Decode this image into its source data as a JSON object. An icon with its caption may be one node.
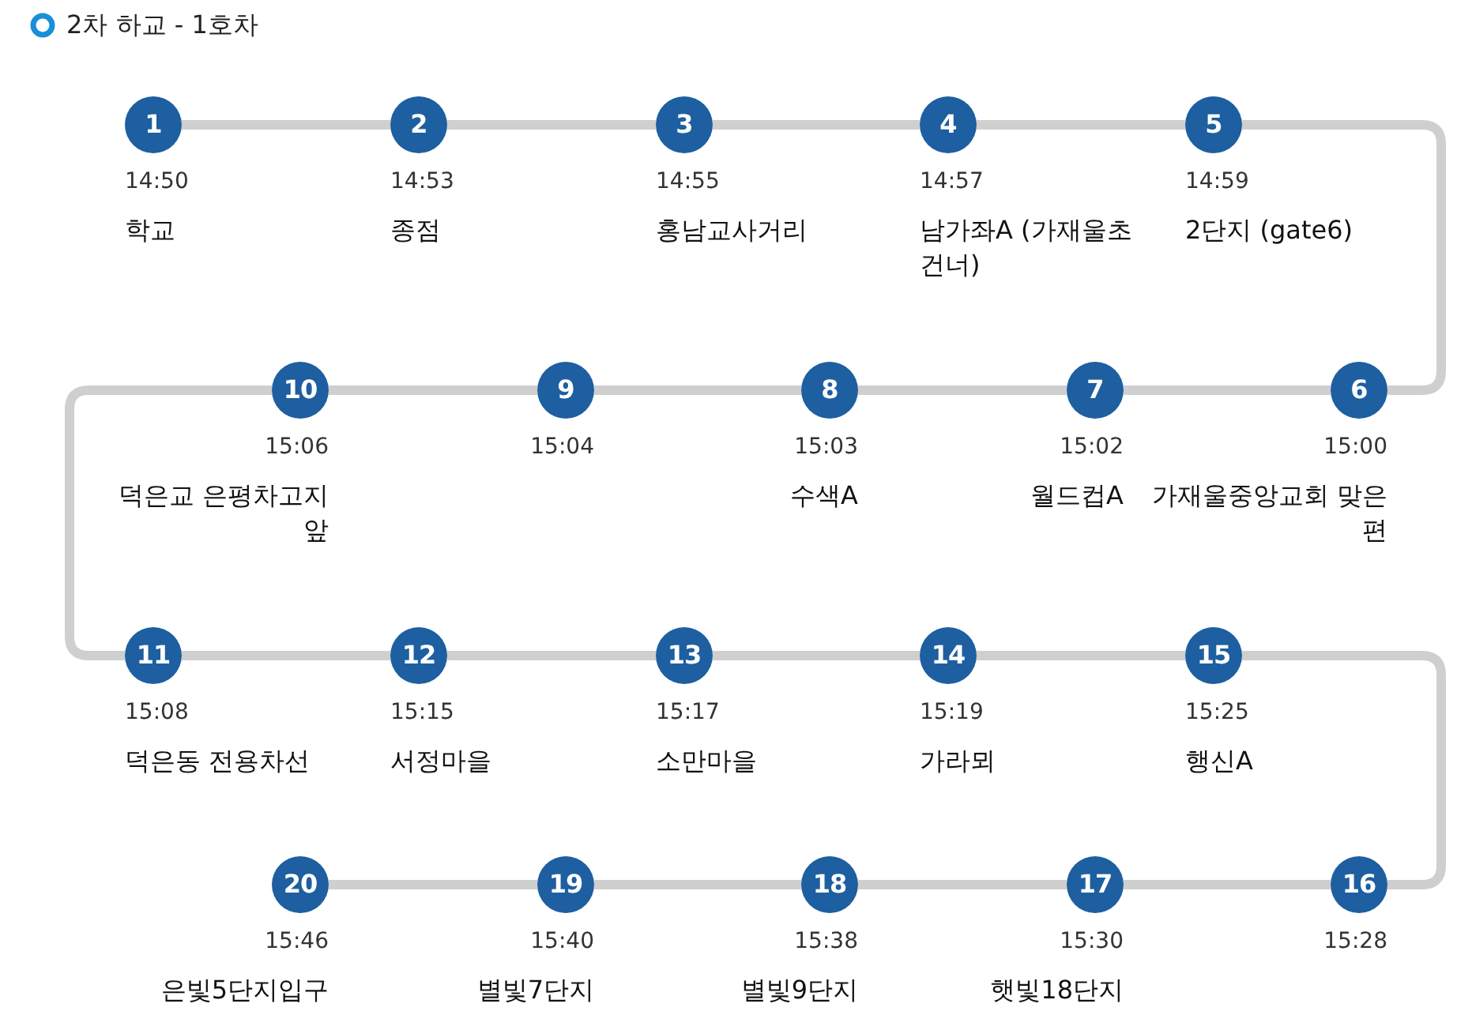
{
  "diagram": {
    "title": "2차 하교 - 1호차",
    "nodes": [
      {
        "text": [
          "1"
        ],
        "beside": [
          "14:50",
          "학교"
        ]
      },
      {
        "text": [
          "2"
        ],
        "beside": [
          "14:53",
          "종점"
        ]
      },
      {
        "text": [
          "3"
        ],
        "beside": [
          "14:55",
          "홍남교사거리"
        ]
      },
      {
        "text": [
          "4"
        ],
        "beside": [
          "14:57",
          "남가좌A (가재울초건너)"
        ]
      },
      {
        "text": [
          "5"
        ],
        "beside": [
          "14:59",
          "2단지 (gate6)"
        ]
      },
      {
        "text": [
          "6"
        ],
        "beside": [
          "15:00",
          "가재울중앙교회 맞은편"
        ]
      },
      {
        "text": [
          "7"
        ],
        "beside": [
          "15:02",
          "월드컵A"
        ]
      },
      {
        "text": [
          "8"
        ],
        "beside": [
          "15:03",
          "수색A"
        ]
      },
      {
        "text": [
          "9"
        ],
        "beside": [
          "15:04"
        ]
      },
      {
        "text": [
          "10"
        ],
        "beside": [
          "15:06",
          "덕은교 은평차고지 앞"
        ]
      },
      {
        "text": [
          "11"
        ],
        "beside": [
          "15:08",
          "덕은동 전용차선"
        ]
      },
      {
        "text": [
          "12"
        ],
        "beside": [
          "15:15",
          "서정마을"
        ]
      },
      {
        "text": [
          "13"
        ],
        "beside": [
          "15:17",
          "소만마을"
        ]
      },
      {
        "text": [
          "14"
        ],
        "beside": [
          "15:19",
          "가라뫼"
        ]
      },
      {
        "text": [
          "15"
        ],
        "beside": [
          "15:25",
          "행신A"
        ]
      },
      {
        "text": [
          "16"
        ],
        "beside": [
          "15:28"
        ]
      },
      {
        "text": [
          "17"
        ],
        "beside": [
          "15:30",
          "햇빛18단지"
        ]
      },
      {
        "text": [
          "18"
        ],
        "beside": [
          "15:38",
          "별빛9단지"
        ]
      },
      {
        "text": [
          "19"
        ],
        "beside": [
          "15:40",
          "별빛7단지"
        ]
      },
      {
        "text": [
          "20"
        ],
        "beside": [
          "15:46",
          "은빛5단지입구"
        ]
      }
    ],
    "edges": [
      {
        "from": 0,
        "to": 1,
        "arrow": "none"
      },
      {
        "from": 1,
        "to": 2,
        "arrow": "none"
      },
      {
        "from": 2,
        "to": 3,
        "arrow": "none"
      },
      {
        "from": 3,
        "to": 4,
        "arrow": "none"
      },
      {
        "from": 4,
        "to": 5,
        "arrow": "none"
      },
      {
        "from": 5,
        "to": 6,
        "arrow": "none"
      },
      {
        "from": 6,
        "to": 7,
        "arrow": "none"
      },
      {
        "from": 7,
        "to": 8,
        "arrow": "none"
      },
      {
        "from": 8,
        "to": 9,
        "arrow": "none"
      },
      {
        "from": 9,
        "to": 10,
        "arrow": "none"
      },
      {
        "from": 10,
        "to": 11,
        "arrow": "none"
      },
      {
        "from": 11,
        "to": 12,
        "arrow": "none"
      },
      {
        "from": 12,
        "to": 13,
        "arrow": "none"
      },
      {
        "from": 13,
        "to": 14,
        "arrow": "none"
      },
      {
        "from": 14,
        "to": 15,
        "arrow": "none"
      },
      {
        "from": 15,
        "to": 16,
        "arrow": "none"
      },
      {
        "from": 16,
        "to": 17,
        "arrow": "none"
      },
      {
        "from": 17,
        "to": 18,
        "arrow": "none"
      },
      {
        "from": 18,
        "to": 19,
        "arrow": "none"
      }
    ]
  }
}
